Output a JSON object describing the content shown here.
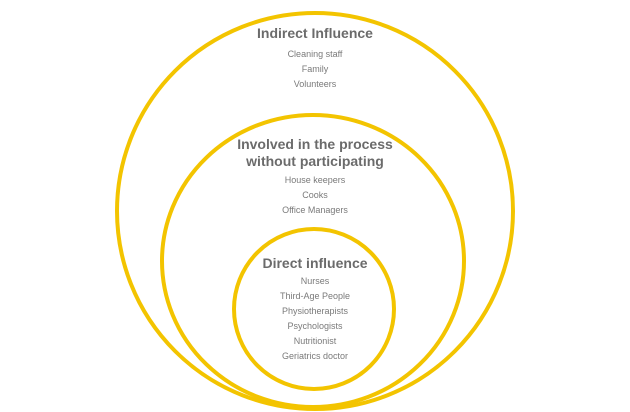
{
  "colors": {
    "ring": "#f3c400",
    "heading": "#6b6b6b",
    "text": "#7a7a7a"
  },
  "zones": {
    "indirect": {
      "title": "Indirect Influence",
      "items": [
        "Cleaning staff",
        "Family",
        "Volunteers"
      ]
    },
    "involved": {
      "title_line1": "Involved in the process",
      "title_line2": "without participating",
      "items": [
        "House keepers",
        "Cooks",
        "Office Managers"
      ]
    },
    "direct": {
      "title": "Direct influence",
      "items": [
        "Nurses",
        "Third-Age People",
        "Physiotherapists",
        "Psychologists",
        "Nutritionist",
        "Geriatrics doctor"
      ]
    }
  }
}
